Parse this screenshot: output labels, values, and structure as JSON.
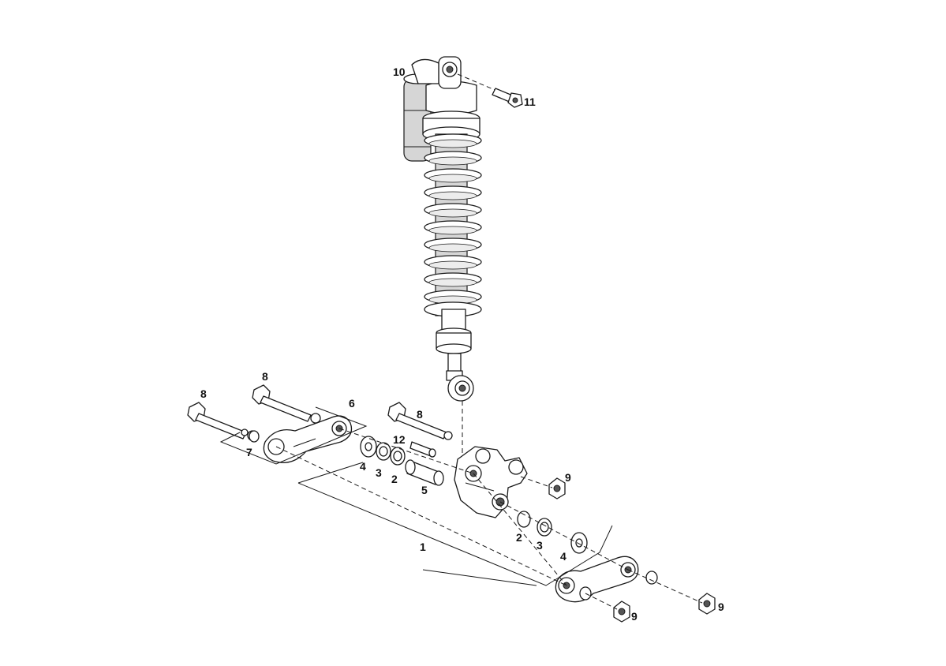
{
  "callouts": {
    "c1": "1",
    "c2a": "2",
    "c2b": "2",
    "c3a": "3",
    "c3b": "3",
    "c4a": "4",
    "c4b": "4",
    "c5": "5",
    "c6": "6",
    "c7": "7",
    "c8a": "8",
    "c8b": "8",
    "c8c": "8",
    "c9a": "9",
    "c9b": "9",
    "c9c": "9",
    "c10": "10",
    "c11": "11",
    "c12": "12"
  }
}
